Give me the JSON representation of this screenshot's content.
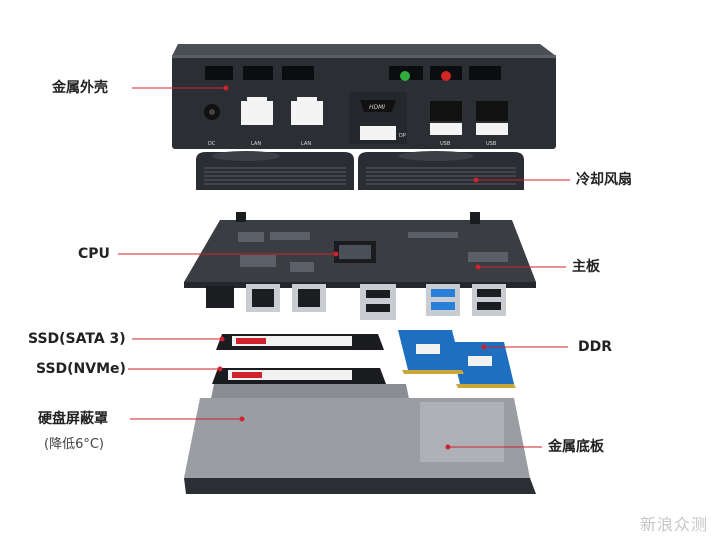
{
  "labels": {
    "metal_shell": "金属外壳",
    "cooling_fan": "冷却风扇",
    "cpu": "CPU",
    "motherboard": "主板",
    "ssd_sata": "SSD(SATA 3)",
    "ddr": "DDR",
    "ssd_nvme": "SSD(NVMe)",
    "hdd_shield": "硬盘屏蔽罩",
    "hdd_shield_note": "(降低6°C)",
    "metal_base": "金属底板"
  },
  "ports": {
    "dc": "DC",
    "lan1": "LAN",
    "lan2": "LAN",
    "hdmi": "HDMI",
    "dp": "DP",
    "usb1": "USB",
    "usb2": "USB"
  },
  "watermark": "新浪众测",
  "colors": {
    "leader_line": "#d0222c",
    "device_dark": "#2b2e33",
    "board": "#3a3d42",
    "ram_blue": "#1e6fbf",
    "usb_blue": "#2a7fd8"
  }
}
